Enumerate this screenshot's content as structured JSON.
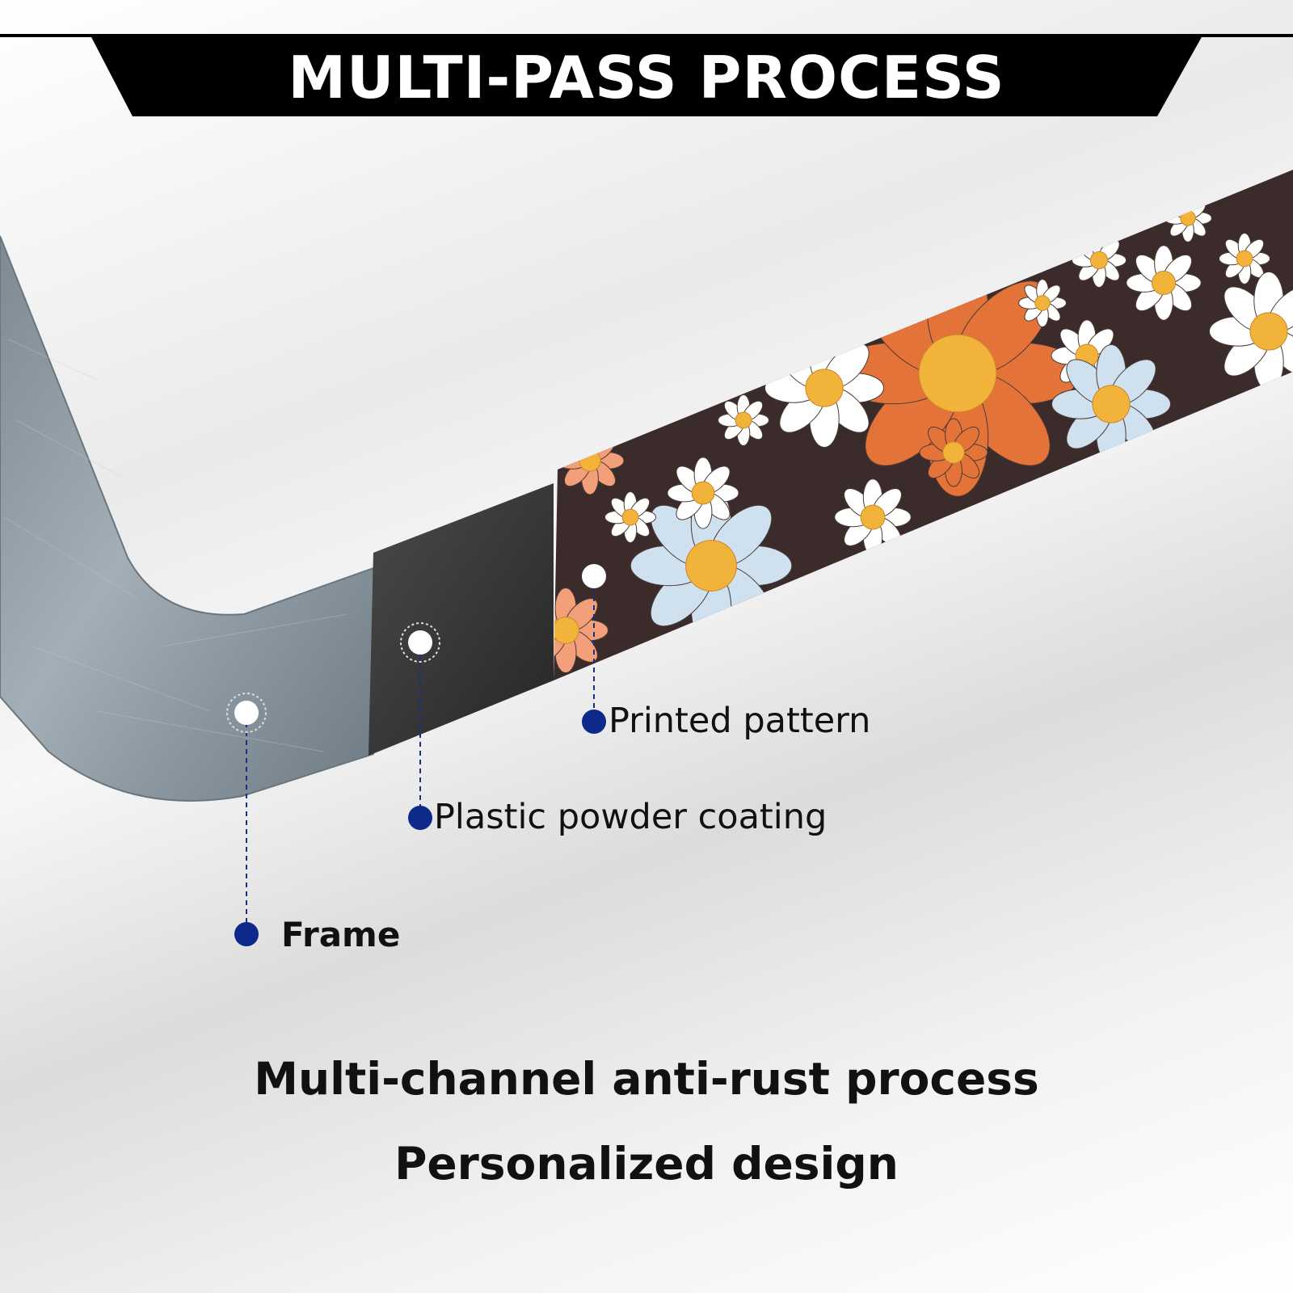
{
  "banner": {
    "title": "MULTI-PASS PROCESS",
    "background_color": "#000000",
    "text_color": "#ffffff"
  },
  "callouts": [
    {
      "id": "printed-pattern",
      "label": "Printed pattern"
    },
    {
      "id": "plastic-powder-coating",
      "label": "Plastic powder coating"
    },
    {
      "id": "frame",
      "label": "Frame"
    }
  ],
  "marker_color": "#0d2a8a",
  "taglines": [
    "Multi-channel anti-rust process",
    "Personalized design"
  ],
  "product": {
    "frame_color": "#8e9aa3",
    "coating_color": "#3a3a3a",
    "pattern_background_color": "#3b2b2b",
    "flower_colors": [
      "#e4733a",
      "#f2b33a",
      "#ffffff",
      "#cfe0ef",
      "#f3a07a"
    ]
  }
}
